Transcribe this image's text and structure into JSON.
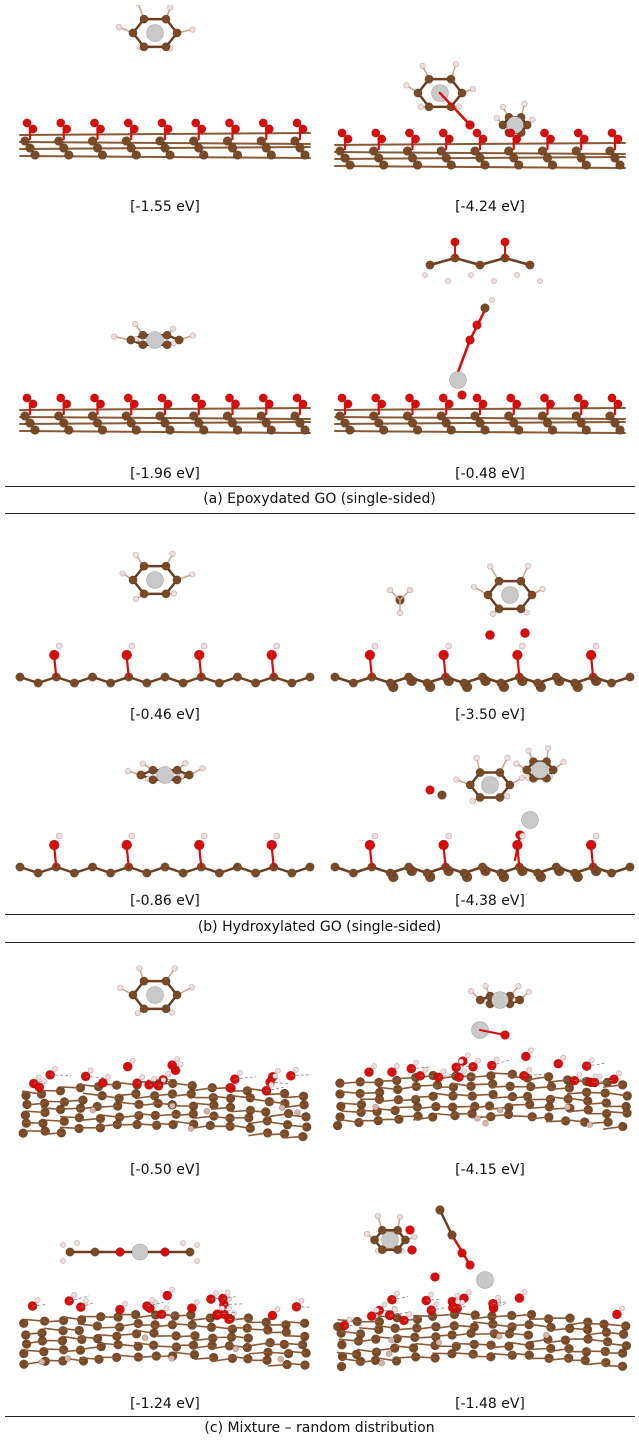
{
  "colors": {
    "carbon": "#7a4a26",
    "oxygen": "#d90c0c",
    "hydrogen": "#f2dcdc",
    "metal": "#c9c9c9",
    "bond": "#6b3f20"
  },
  "energies": {
    "a": [
      "[-1.55 eV]",
      "[-4.24 eV]",
      "[-1.96 eV]",
      "[-0.48 eV]"
    ],
    "b": [
      "[-0.46 eV]",
      "[-3.50 eV]",
      "[-0.86 eV]",
      "[-4.38 eV]"
    ],
    "c": [
      "[-0.50 eV]",
      "[-4.15 eV]",
      "[-1.24 eV]",
      "[-1.48 eV]"
    ]
  },
  "captions": {
    "a": "(a) Epoxydated GO (single-sided)",
    "b": "(b) Hydroxylated GO (single-sided)",
    "c": "(c) Mixture – random distribution"
  }
}
